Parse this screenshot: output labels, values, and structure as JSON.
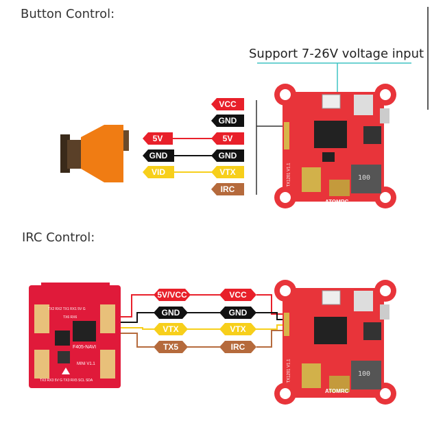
{
  "headings": {
    "button_control": "Button Control:",
    "irc_control": "IRC Control:"
  },
  "voltage_note": "Support 7-26V voltage input",
  "button_section": {
    "camera_labels": [
      "5V",
      "GND",
      "VID"
    ],
    "vtx_labels": [
      "VCC",
      "GND",
      "5V",
      "GND",
      "VTX",
      "IRC"
    ]
  },
  "irc_section": {
    "fc_labels": [
      "5V/VCC",
      "GND",
      "VTX",
      "TX5"
    ],
    "vtx_labels": [
      "VCC",
      "GND",
      "VTX",
      "IRC"
    ]
  },
  "board_text": {
    "vtx_silk": "TX1201 V1.1",
    "vtx_brand": "ATOMRC",
    "inductor": "100",
    "fc_model": "F405-NAVI",
    "fc_version": "MINI V1.1",
    "fc_top_pads": "TX2 RX2  TX1 RX1  5V  G",
    "fc_bottom_pads": "TX3 RX3  5V  G  TX3 RX5  SCL SDA",
    "fc_side": "TX6 RX6"
  },
  "colors": {
    "red": "#e8202a",
    "black": "#111111",
    "yellow": "#f7cf1b",
    "brown": "#b56a3c",
    "camera": "#f07c13",
    "teal": "#3ec3c3"
  }
}
